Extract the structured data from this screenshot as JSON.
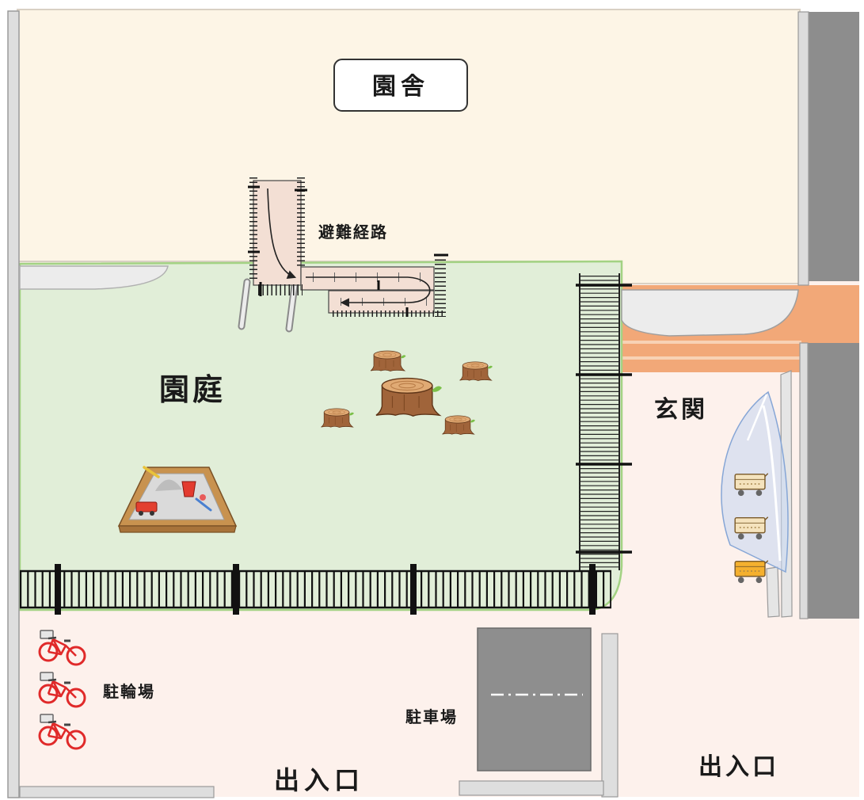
{
  "labels": {
    "building": "園舎",
    "evacuation_route": "避難経路",
    "garden": "園庭",
    "entrance": "玄関",
    "bicycle_parking": "駐輪場",
    "car_parking": "駐車場",
    "gate_main": "出入口",
    "gate_side": "出入口"
  },
  "colors": {
    "building": "#fdf5e6",
    "garden": "#e1eed8",
    "grounds": "#fdf1ec",
    "walkway": "#f2a878",
    "road": "#8d8d8d",
    "parking_lot": "#8e8e8e",
    "fence": "#111111",
    "bicycle": "#e02a2a",
    "cart": "#f5e3bd",
    "cart_highlight": "#f5b02e"
  },
  "icons": [
    "bicycle-icon",
    "tree-stump-icon",
    "sandbox-icon",
    "cart-icon",
    "arrow-icon"
  ]
}
